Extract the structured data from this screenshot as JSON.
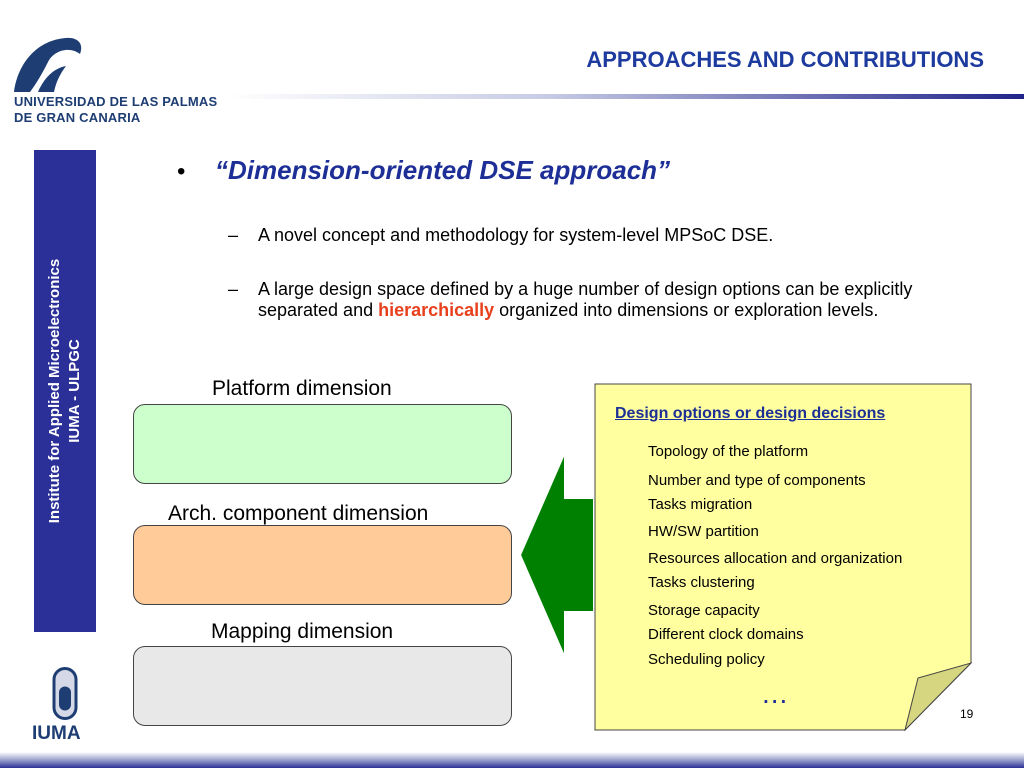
{
  "header": {
    "university_line1": "UNIVERSIDAD DE LAS PALMAS",
    "university_line2": "DE GRAN CANARIA",
    "title": "APPROACHES AND CONTRIBUTIONS"
  },
  "sidebar": {
    "line1": "Institute for Applied Microelectronics",
    "line2": "IUMA - ULPGC",
    "logo_text": "IUMA"
  },
  "content": {
    "bullet_symbol": "•",
    "bullet_main": "“Dimension-oriented DSE approach”",
    "dash": "–",
    "sub1": "A novel concept and methodology for system-level MPSoC DSE.",
    "sub2_before": "A large design space defined by a huge number of design options can be explicitly separated and ",
    "sub2_highlight": "hierarchically",
    "sub2_after": " organized into dimensions or exploration levels."
  },
  "dimensions": {
    "platform": "Platform dimension",
    "arch": "Arch. component dimension",
    "mapping": "Mapping dimension"
  },
  "note": {
    "title": "Design options or design decisions",
    "items": [
      "Topology of the platform",
      "Number and type of components",
      "Tasks migration",
      "HW/SW partition",
      "Resources allocation and organization",
      "Tasks clustering",
      "Storage capacity",
      "Different clock domains",
      "Scheduling policy"
    ],
    "more": "..."
  },
  "page_number": "19",
  "colors": {
    "title": "#1d3a9e",
    "band": "#2b3098",
    "platform_box": "#ccffcc",
    "arch_box": "#ffcc99",
    "mapping_box": "#e8e8e8",
    "note_fill": "#ffffa0",
    "arrow": "#008000",
    "highlight": "#e8401c"
  }
}
